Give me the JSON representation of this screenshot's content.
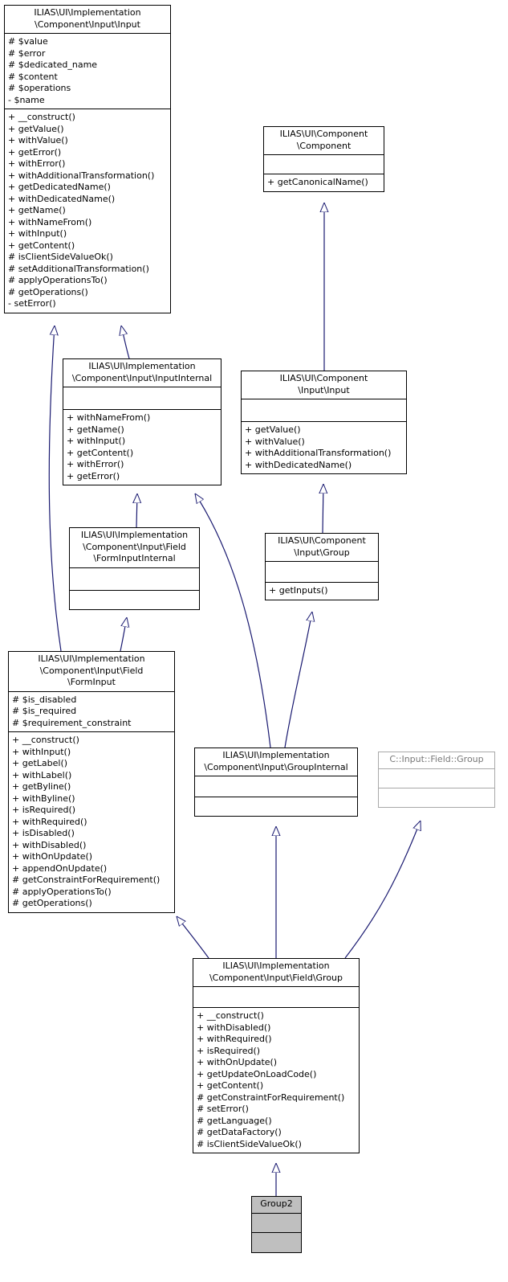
{
  "nodes": {
    "impl_input": {
      "title": [
        "ILIAS\\UI\\Implementation",
        "\\Component\\Input\\Input"
      ],
      "attributes": [
        "# $value",
        "# $error",
        "# $dedicated_name",
        "# $content",
        "# $operations",
        "- $name"
      ],
      "methods": [
        "+ __construct()",
        "+ getValue()",
        "+ withValue()",
        "+ getError()",
        "+ withError()",
        "+ withAdditionalTransformation()",
        "+ getDedicatedName()",
        "+ withDedicatedName()",
        "+ getName()",
        "+ withNameFrom()",
        "+ withInput()",
        "+ getContent()",
        "# isClientSideValueOk()",
        "# setAdditionalTransformation()",
        "# applyOperationsTo()",
        "# getOperations()",
        "- setError()"
      ]
    },
    "comp_component": {
      "title": [
        "ILIAS\\UI\\Component",
        "\\Component"
      ],
      "attributes": [],
      "methods": [
        "+ getCanonicalName()"
      ]
    },
    "impl_input_internal": {
      "title": [
        "ILIAS\\UI\\Implementation",
        "\\Component\\Input\\InputInternal"
      ],
      "attributes": [],
      "methods": [
        "+ withNameFrom()",
        "+ getName()",
        "+ withInput()",
        "+ getContent()",
        "+ withError()",
        "+ getError()"
      ]
    },
    "comp_input_input": {
      "title": [
        "ILIAS\\UI\\Component",
        "\\Input\\Input"
      ],
      "attributes": [],
      "methods": [
        "+ getValue()",
        "+ withValue()",
        "+ withAdditionalTransformation()",
        "+ withDedicatedName()"
      ]
    },
    "impl_form_input_internal": {
      "title": [
        "ILIAS\\UI\\Implementation",
        "\\Component\\Input\\Field",
        "\\FormInputInternal"
      ],
      "attributes": [],
      "methods": []
    },
    "comp_input_group": {
      "title": [
        "ILIAS\\UI\\Component",
        "\\Input\\Group"
      ],
      "attributes": [],
      "methods": [
        "+ getInputs()"
      ]
    },
    "impl_form_input": {
      "title": [
        "ILIAS\\UI\\Implementation",
        "\\Component\\Input\\Field",
        "\\FormInput"
      ],
      "attributes": [
        "# $is_disabled",
        "# $is_required",
        "# $requirement_constraint"
      ],
      "methods": [
        "+ __construct()",
        "+ withInput()",
        "+ getLabel()",
        "+ withLabel()",
        "+ getByline()",
        "+ withByline()",
        "+ isRequired()",
        "+ withRequired()",
        "+ isDisabled()",
        "+ withDisabled()",
        "+ withOnUpdate()",
        "+ appendOnUpdate()",
        "# getConstraintForRequirement()",
        "# applyOperationsTo()",
        "# getOperations()"
      ]
    },
    "impl_group_internal": {
      "title": [
        "ILIAS\\UI\\Implementation",
        "\\Component\\Input\\GroupInternal"
      ],
      "attributes": [],
      "methods": []
    },
    "c_field_group": {
      "title": [
        "C::Input::Field::Group"
      ],
      "attributes": [],
      "methods": []
    },
    "impl_field_group": {
      "title": [
        "ILIAS\\UI\\Implementation",
        "\\Component\\Input\\Field\\Group"
      ],
      "attributes": [],
      "methods": [
        "+ __construct()",
        "+ withDisabled()",
        "+ withRequired()",
        "+ isRequired()",
        "+ withOnUpdate()",
        "+ getUpdateOnLoadCode()",
        "+ getContent()",
        "# getConstraintForRequirement()",
        "# setError()",
        "# getLanguage()",
        "# getDataFactory()",
        "# isClientSideValueOk()"
      ]
    },
    "group2": {
      "title": [
        "Group2"
      ],
      "attributes": [],
      "methods": []
    }
  },
  "colors": {
    "edge": "#191970",
    "focus_fill": "#bfbfbf",
    "muted_border": "#a8a8a8"
  }
}
